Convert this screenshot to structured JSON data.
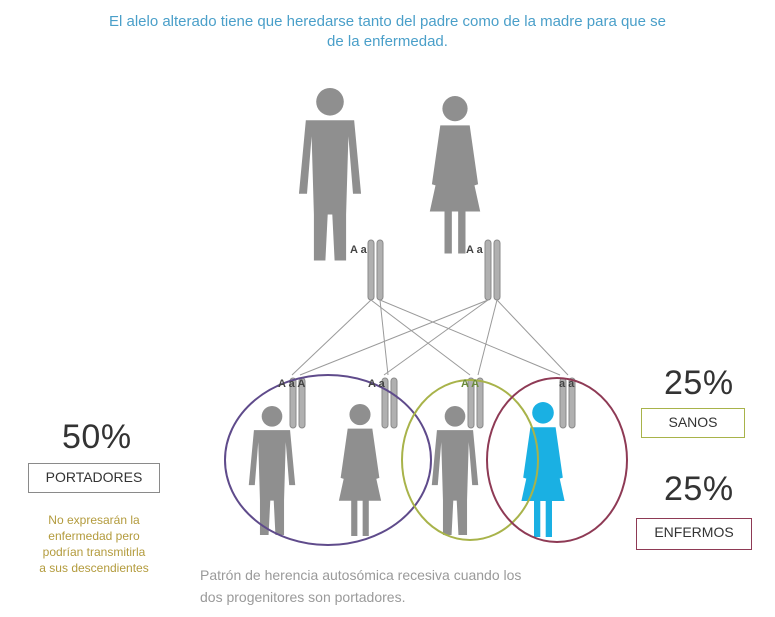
{
  "header": {
    "line1": "El alelo alterado tiene que heredarse tanto del padre como de la madre para que se",
    "line2": "de la enfermedad."
  },
  "parents": {
    "father_genotype": "A a",
    "mother_genotype": "A a"
  },
  "children": {
    "child1_genotype": "A a A",
    "child2_genotype": "A a",
    "child3_genotype": "A A",
    "child4_genotype": "a a"
  },
  "left_panel": {
    "percent": "50%",
    "label": "PORTADORES",
    "note_line1": "No expresarán la",
    "note_line2": "enfermedad pero",
    "note_line3": "podrían transmitirla",
    "note_line4": "a sus descendientes"
  },
  "right_panel": {
    "healthy_percent": "25%",
    "healthy_label": "SANOS",
    "sick_percent": "25%",
    "sick_label": "ENFERMOS"
  },
  "caption": {
    "line1": "Patrón de herencia autosómica recesiva cuando los",
    "line2": "dos progenitores son portadores."
  },
  "colors": {
    "figure_gray": "#8f8f8f",
    "affected_blue": "#1ab0e3",
    "carriers_circle": "#5f4b8b",
    "healthy_circle": "#a8b34a",
    "sick_circle": "#8e3a55",
    "header_text": "#4a9fc9",
    "note_text": "#b39b3d"
  }
}
